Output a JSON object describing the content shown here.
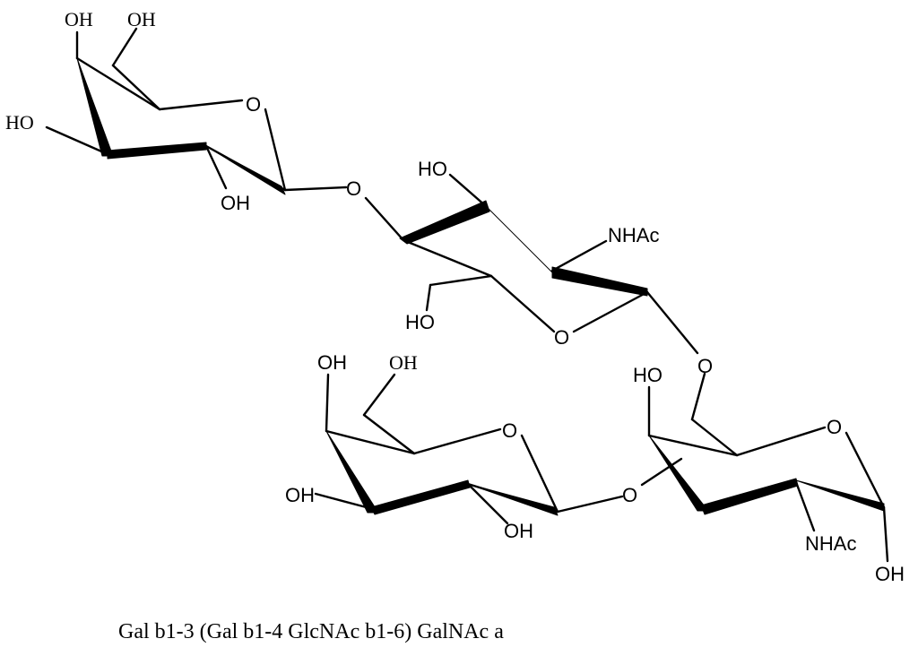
{
  "labels": {
    "ring1_oh_c4": "OH",
    "ring1_oh_c6": "OH",
    "ring1_oh_c3": "HO",
    "ring1_o_ring": "O",
    "ring1_oh_c2": "OH",
    "link_o_1": "O",
    "ring2_oh_c3": "HO",
    "ring2_nhac": "NHAc",
    "ring2_oh_c6": "HO",
    "ring2_o_ring": "O",
    "link_o_2": "O",
    "ring3_oh_c4": "OH",
    "ring3_oh_c6": "OH",
    "ring3_o_ring": "O",
    "ring3_oh_c3": "OH",
    "ring3_oh_c2": "OH",
    "link_o_3": "O",
    "ring4_oh_c4": "HO",
    "ring4_o_ring": "O",
    "ring4_nhac": "NHAc",
    "ring4_oh_c1": "OH"
  },
  "caption": "Gal b1-3 (Gal b1-4 GlcNAc b1-6) GalNAc a"
}
